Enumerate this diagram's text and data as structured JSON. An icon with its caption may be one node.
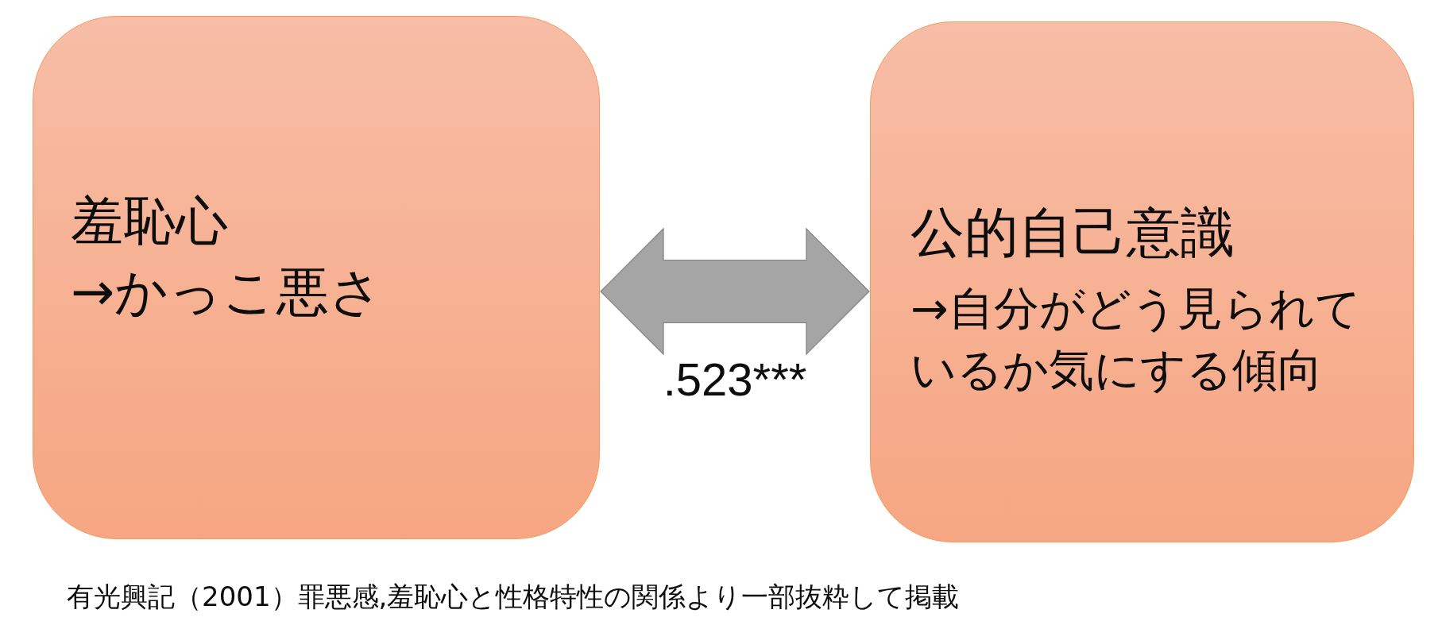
{
  "diagram": {
    "caption": "有光興記（2001）罪悪感,羞恥心と性格特性の関係より一部抜粋して掲載",
    "nodes": [
      {
        "text": [
          "羞恥心",
          "→かっこ悪さ"
        ]
      },
      {
        "text": [
          "公的自己意識",
          "→自分がどう見られているか気にする傾向"
        ]
      }
    ],
    "edges": [
      {
        "from": 0,
        "to": 1,
        "arrow": "both",
        "label": ".523***"
      }
    ]
  }
}
